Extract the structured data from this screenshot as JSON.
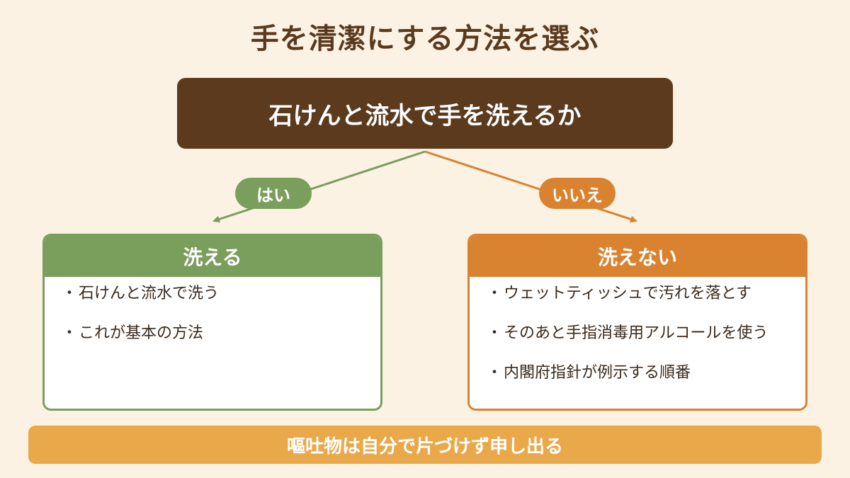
{
  "title": "手を清潔にする方法を選ぶ",
  "question": "石けんと流水で手を洗えるか",
  "branches": {
    "yes_label": "はい",
    "no_label": "いいえ"
  },
  "left_box": {
    "heading": "洗える",
    "items": [
      "石けんと流水で洗う",
      "これが基本の方法"
    ]
  },
  "right_box": {
    "heading": "洗えない",
    "items": [
      "ウェットティッシュで汚れを落とす",
      "そのあと手指消毒用アルコールを使う",
      "内閣府指針が例示する順番"
    ]
  },
  "bullet": "・",
  "banner": "嘔吐物は自分で片づけず申し出る",
  "colors": {
    "background": "#fbf2e4",
    "brown": "#5b3a1e",
    "green": "#7a9e5c",
    "orange": "#d98330",
    "banner": "#e9a94a"
  }
}
